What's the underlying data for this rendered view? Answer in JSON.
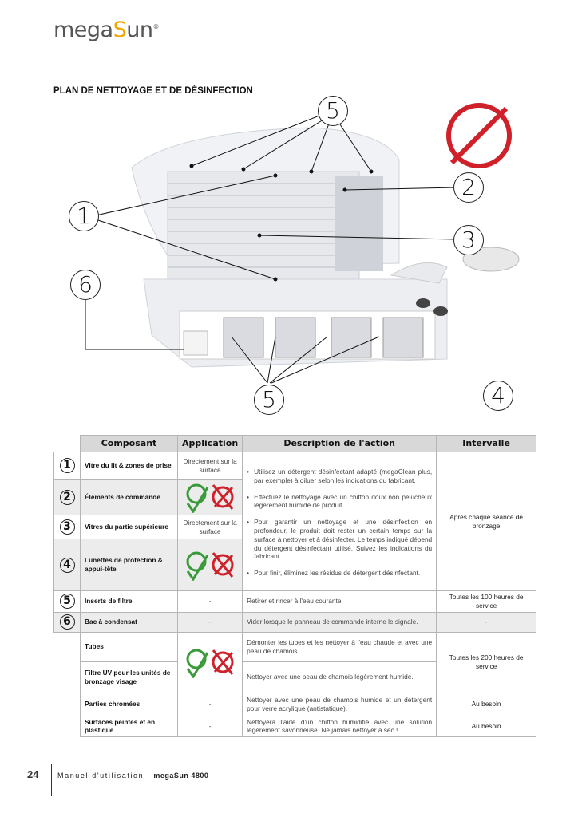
{
  "header": {
    "logo_prefix": "mega",
    "logo_s": "S",
    "logo_suffix": "un",
    "logo_reg": "®"
  },
  "title": "PLAN DE NETTOYAGE ET DE DÉSINFECTION",
  "callouts": [
    "1",
    "2",
    "3",
    "4",
    "5",
    "6",
    "5"
  ],
  "table": {
    "headers": [
      "Composant",
      "Application",
      "Description de l'action",
      "Intervalle"
    ],
    "rows": [
      {
        "num": "1",
        "component": "Vitre du lit & zones de prise",
        "application": "Directement sur la surface"
      },
      {
        "num": "2",
        "component": "Éléments de commande"
      },
      {
        "num": "3",
        "component": "Vitres du partie supérieure",
        "application": "Directement sur la surface"
      },
      {
        "num": "4",
        "component": "Lunettes de protection & appui-tête"
      },
      {
        "num": "5",
        "component": "Inserts de filtre",
        "application": "-",
        "description": "Retirer et rincer à l'eau courante.",
        "interval": "Toutes les 100 heures de service"
      },
      {
        "num": "6",
        "component": "Bac à condensat",
        "application": "–",
        "description": "Vider lorsque le panneau de commande interne le signale.",
        "interval": "-"
      },
      {
        "component": "Tubes",
        "description": "Démonter les tubes et les nettoyer à l'eau chaude et avec une peau de chamois.",
        "interval": "Toutes les 200 heures de service"
      },
      {
        "component": "Filtre UV pour les unités de bronzage visage",
        "description": "Nettoyer avec une peau de chamois légèrement humide."
      },
      {
        "component": "Parties chromées",
        "application": "-",
        "description": "Nettoyer avec une peau de chamois humide et un détergent pour verre acrylique (antistatique).",
        "interval": "Au besoin"
      },
      {
        "component": "Surfaces peintes et en plastique",
        "application": "-",
        "description": "Nettoyerà l'aide d'un chiffon humidifié avec une solution légèrement savonneuse. Ne jamais nettoyer à sec  !",
        "interval": "Au besoin"
      }
    ],
    "group_description": [
      "Utilisez un détergent désinfectant adapté (megaClean plus, par exemple) à diluer selon les indications du fabricant.",
      "Effectuez le nettoyage avec un chiffon doux non pelucheux légèrement humide de produit.",
      "Pour garantir un nettoyage et une désinfection en profondeur, le produit doit rester un certain temps sur la surface à nettoyer et à désinfecter. Le temps indiqué dépend du détergent désinfectant utilisé. Suivez les indications du fabricant.",
      "Pour finir, éliminez les résidus de détergent désinfectant."
    ],
    "group_interval": "Après chaque séance de bronzage"
  },
  "footer": {
    "page": "24",
    "manual": "Manuel d'utilisation | ",
    "model": "megaSun 4800"
  },
  "colors": {
    "accent": "#f0a500",
    "ok": "#3a9a3a",
    "forbidden": "#d0202a"
  }
}
